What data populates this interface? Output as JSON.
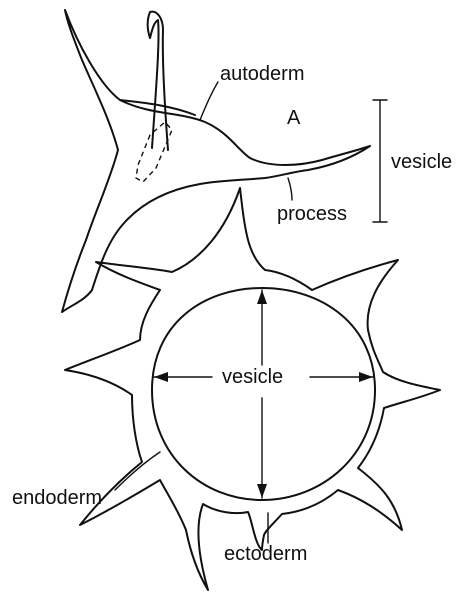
{
  "labels": {
    "panel_letter": "A",
    "autoderm": "autoderm",
    "vesicle_top": "vesicle",
    "process": "process",
    "vesicle_center": "vesicle",
    "endoderm": "endoderm",
    "ectoderm": "ectoderm"
  }
}
